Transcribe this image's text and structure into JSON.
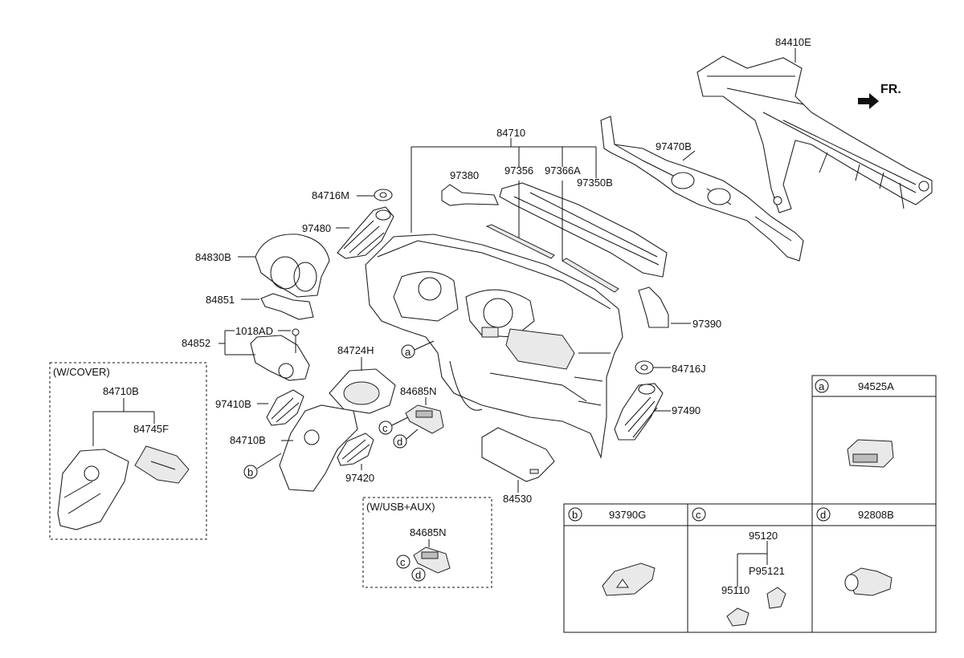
{
  "direction_label": "FR.",
  "parts": {
    "p84410E": "84410E",
    "p97470B": "97470B",
    "p84710": "84710",
    "p97380": "97380",
    "p97356": "97356",
    "p97366A": "97366A",
    "p97350B": "97350B",
    "p84716M": "84716M",
    "p97480": "97480",
    "p84830B": "84830B",
    "p84851": "84851",
    "p1018AD": "1018AD",
    "p84852": "84852",
    "p84724H": "84724H",
    "p84685N": "84685N",
    "p97390": "97390",
    "p84716J": "84716J",
    "p97490": "97490",
    "p97410B": "97410B",
    "p84710B_main": "84710B",
    "p97420": "97420",
    "p84530": "84530"
  },
  "callouts": {
    "a": "a",
    "b": "b",
    "c": "c",
    "d": "d"
  },
  "cover_box": {
    "title": "(W/COVER)",
    "p84710B": "84710B",
    "p84745F": "84745F"
  },
  "usb_box": {
    "title": "(W/USB+AUX)",
    "p84685N": "84685N",
    "c": "c",
    "d": "d"
  },
  "detail_table": {
    "a": {
      "letter": "a",
      "part": "94525A"
    },
    "b": {
      "letter": "b",
      "part": "93790G"
    },
    "c": {
      "letter": "c",
      "p95120": "95120",
      "p95121": "P95121",
      "p95110": "95110"
    },
    "d": {
      "letter": "d",
      "part": "92808B"
    }
  }
}
